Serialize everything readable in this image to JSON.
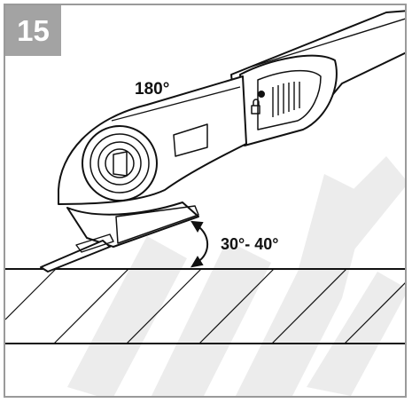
{
  "figure": {
    "number": "15",
    "rotation_label": "180°",
    "angle_label": "30°- 40°"
  },
  "colors": {
    "badge": "#a3a3a3",
    "frame": "#9a9a9a",
    "line": "#111111",
    "watermark": "#e9e9e9"
  },
  "icons": [
    "curved-double-arrow-icon",
    "lock-icon"
  ]
}
